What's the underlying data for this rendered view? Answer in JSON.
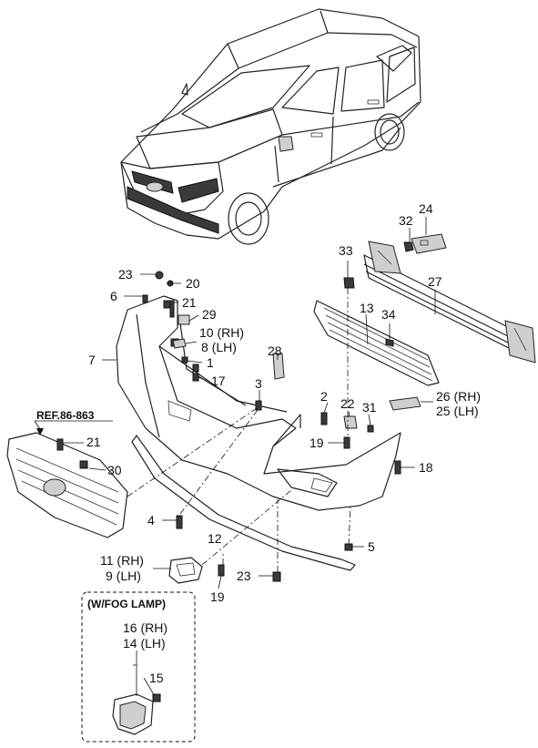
{
  "ref_label": "REF.86-863",
  "fog_lamp_box_title": "(W/FOG LAMP)",
  "callouts": {
    "c32": "32",
    "c24": "24",
    "c33": "33",
    "c27": "27",
    "c23a": "23",
    "c20": "20",
    "c6": "6",
    "c21a": "21",
    "c29": "29",
    "c10": "10 (RH)",
    "c8": "8 (LH)",
    "c7": "7",
    "c1": "1",
    "c17": "17",
    "c28": "28",
    "c3": "3",
    "c13": "13",
    "c34": "34",
    "c2": "2",
    "c22": "22",
    "c31": "31",
    "c26": "26 (RH)",
    "c25": "25 (LH)",
    "c19a": "19",
    "c18": "18",
    "c21b": "21",
    "c30": "30",
    "c4": "4",
    "c12": "12",
    "c5": "5",
    "c11": "11 (RH)",
    "c9": "9 (LH)",
    "c23b": "23",
    "c19b": "19",
    "c16": "16 (RH)",
    "c14": "14 (LH)",
    "c15": "15"
  }
}
